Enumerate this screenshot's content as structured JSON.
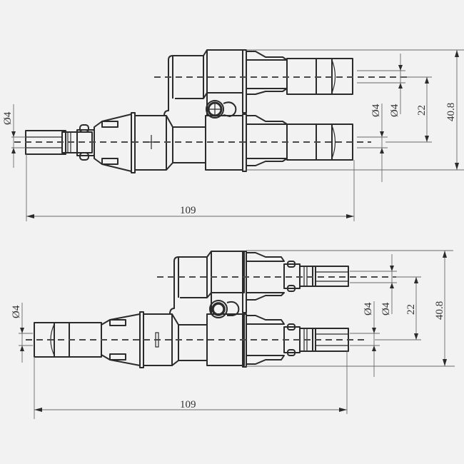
{
  "drawings": [
    {
      "name": "top-view-male-input",
      "labels": {
        "length": "109",
        "left_diameter": "Ø4",
        "right_diameter_lower": "Ø4",
        "right_diameter_upper": "Ø4",
        "pitch": "22",
        "height": "40.8"
      }
    },
    {
      "name": "bottom-view-female-input",
      "labels": {
        "length": "109",
        "left_diameter": "Ø4",
        "right_diameter_lower": "Ø4",
        "right_diameter_upper": "Ø4",
        "pitch": "22",
        "height": "40.8"
      }
    }
  ],
  "colors": {
    "background": "#f2f2f2",
    "line": "#2b2b2b",
    "dimension": "#6a6a6a"
  }
}
